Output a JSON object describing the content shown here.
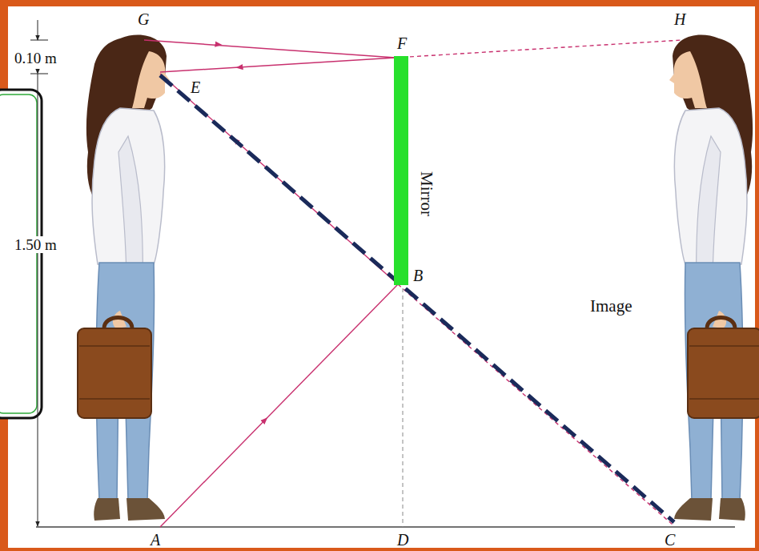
{
  "diagram": {
    "labels": [
      "G",
      "H",
      "F",
      "E",
      "B",
      "A",
      "D",
      "C",
      "0.10 m",
      "1.50 m",
      "Mirror",
      "Image"
    ]
  }
}
